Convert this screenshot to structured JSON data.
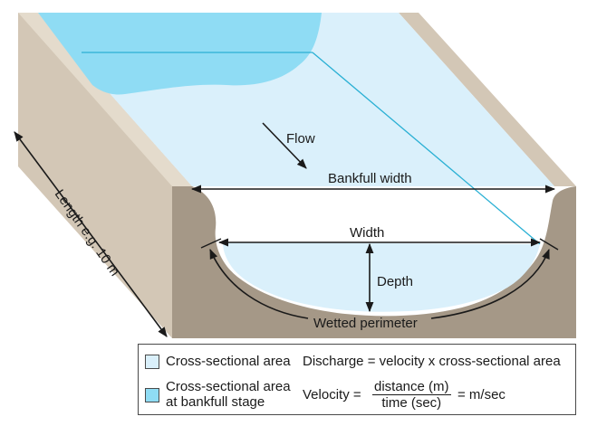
{
  "colors": {
    "bank_front": "#a59887",
    "bank_side": "#d3c7b6",
    "bank_top": "#e4dbcc",
    "water_light": "#daf0fb",
    "water_bankfull": "#8fdcf4",
    "water_line": "#2ab0d4",
    "text": "#1a1a1a"
  },
  "labels": {
    "flow": "Flow",
    "bankfull_width": "Bankfull width",
    "width": "Width",
    "depth": "Depth",
    "wetted_perimeter": "Wetted perimeter",
    "length": "Length e.g. 10 m"
  },
  "legend": {
    "items": [
      {
        "label": "Cross-sectional area",
        "swatch_color": "#daf0fb"
      },
      {
        "label_line1": "Cross-sectional area",
        "label_line2": "at bankfull stage",
        "swatch_color": "#8fdcf4"
      }
    ],
    "discharge_formula": "Discharge = velocity x cross-sectional area",
    "velocity": {
      "lhs": "Velocity =",
      "numerator": "distance (m)",
      "denominator": "time (sec)",
      "rhs": "= m/sec"
    }
  }
}
